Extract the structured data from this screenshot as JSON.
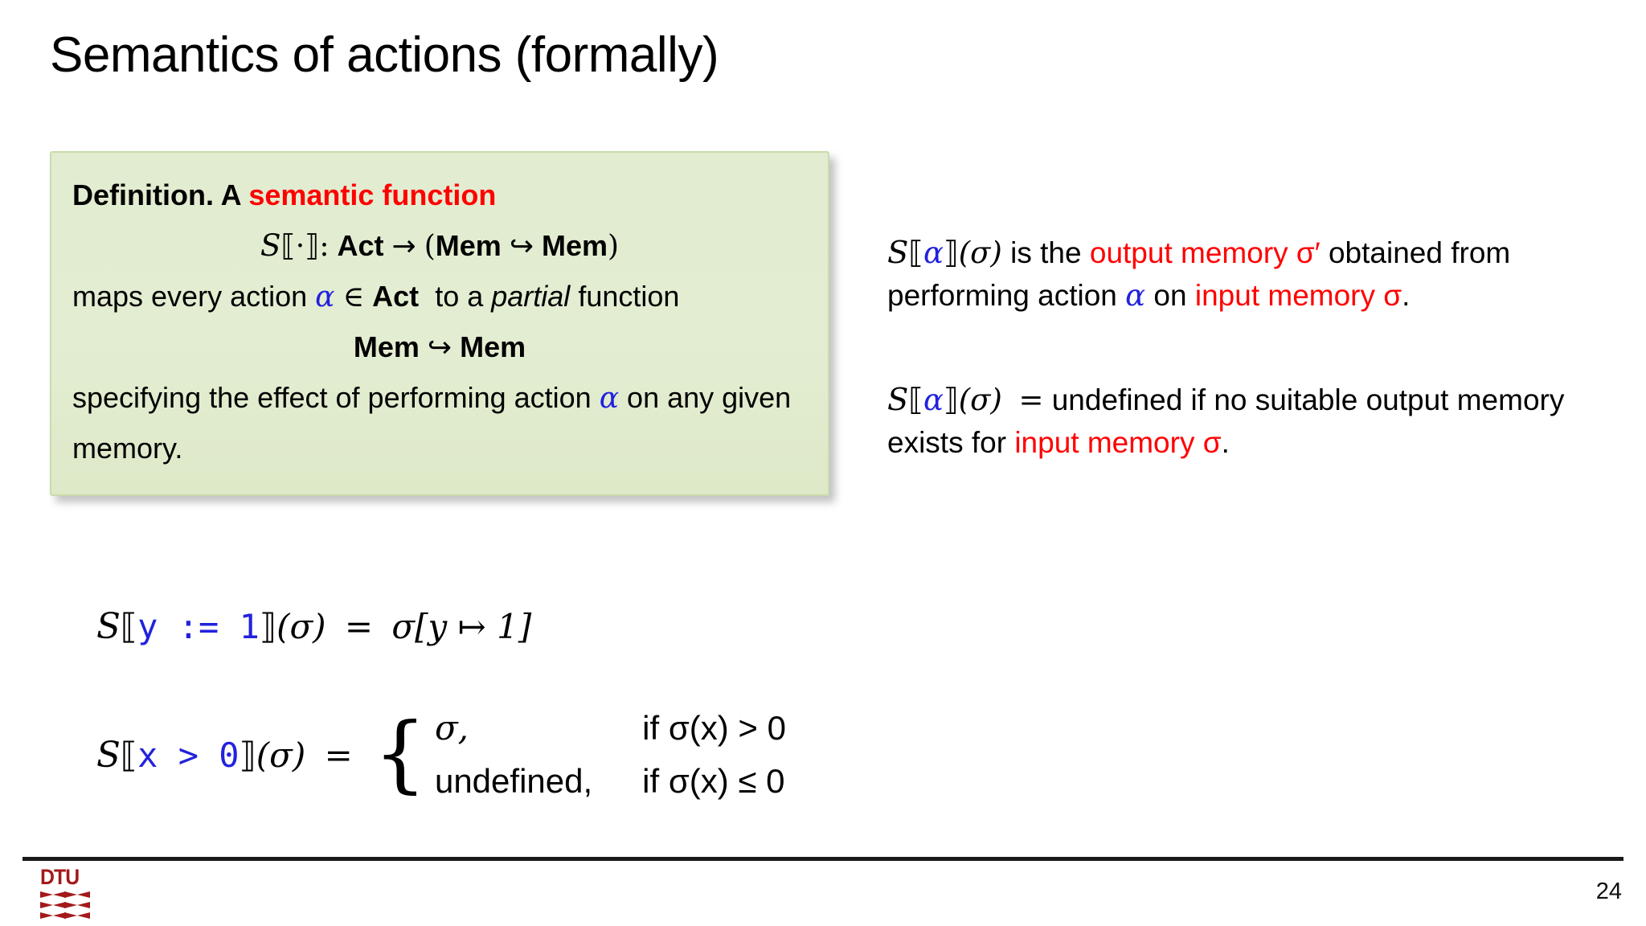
{
  "slide": {
    "title": "Semantics of actions (formally)",
    "page_number": "24",
    "accent_red": "#ff0000",
    "accent_blue": "#2222dd",
    "box_fill": "#e2ecd0",
    "box_border": "#c9dcab",
    "logo_color": "#a41919"
  },
  "definition_box": {
    "heading_plain": "Definition. A ",
    "heading_accent": "semantic function",
    "signature": {
      "script_s": "S",
      "open_bracket": "⟦",
      "dot": "·",
      "close_bracket": "⟧",
      "colon": ":",
      "domain": "Act",
      "arrow": "→",
      "open_paren": "(",
      "mem_left": "Mem",
      "partial_arrow": "↪",
      "mem_right": "Mem",
      "close_paren": ")"
    },
    "line_maps": {
      "pre": "maps every action",
      "alpha": "α",
      "member": "∈",
      "act": "Act",
      "post_plain": "to a",
      "post_italic": "partial",
      "post_tail": "function"
    },
    "line_memmem": {
      "mem_left": "Mem",
      "partial_arrow": "↪",
      "mem_right": "Mem"
    },
    "line_specifying": {
      "pre": "specifying the effect of performing action",
      "alpha": "α",
      "post": "on any given memory."
    }
  },
  "right_column": {
    "paragraph1": {
      "script_s": "S",
      "open_bracket": "⟦",
      "alpha": "α",
      "close_bracket": "⟧",
      "sigma_arg": "(σ)",
      "text1": " is the ",
      "accent1": "output memory σ′",
      "text2": " obtained from performing action ",
      "alpha2": "α",
      "text3": " on ",
      "accent2": "input memory σ",
      "text4": "."
    },
    "paragraph2": {
      "script_s": "S",
      "open_bracket": "⟦",
      "alpha": "α",
      "close_bracket": "⟧",
      "sigma_arg": "(σ)",
      "equals": "=",
      "text1": " undefined if no suitable output memory exists for ",
      "accent1": "input memory σ",
      "text2": "."
    }
  },
  "equations": [
    {
      "id": "assignment",
      "script_s": "S",
      "open_bracket": "⟦",
      "action": "y := 1",
      "close_bracket": "⟧",
      "arg": "(σ)",
      "equals": "=",
      "result": "σ[y ↦ 1]"
    },
    {
      "id": "guard",
      "script_s": "S",
      "open_bracket": "⟦",
      "action": "x > 0",
      "close_bracket": "⟧",
      "arg": "(σ)",
      "equals": "=",
      "brace": "{",
      "cases": [
        {
          "value": "σ,",
          "condition": "if σ(x) > 0"
        },
        {
          "value": "undefined,",
          "condition": "if σ(x) ≤ 0"
        }
      ]
    }
  ],
  "footer": {
    "logo_text": "DTU",
    "page_number": "24"
  }
}
